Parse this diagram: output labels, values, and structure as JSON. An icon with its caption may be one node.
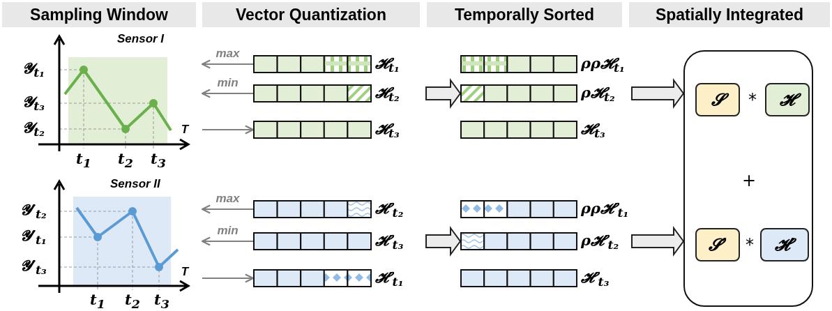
{
  "diagram": {
    "nodes": [
      {
        "text": [
          "Sampling Window"
        ]
      },
      {
        "text": [
          "Vector Quantization"
        ]
      },
      {
        "text": [
          "Temporally Sorted"
        ]
      },
      {
        "text": [
          "Spatially Integrated"
        ]
      },
      {
        "text": [
          "Sensor I"
        ]
      },
      {
        "text": [],
        "shape": "bar",
        "beside": [
          "𝓗$_{t₁}$"
        ]
      },
      {
        "text": [],
        "shape": "bar",
        "beside": [
          "𝓗$_{t₂}$"
        ]
      },
      {
        "text": [],
        "shape": "bar",
        "beside": [
          "𝓗$_{t₃}$"
        ]
      },
      {
        "text": [],
        "shape": "bar",
        "beside": [
          "ρρ𝓗$_{t₁}$"
        ]
      },
      {
        "text": [],
        "shape": "bar",
        "beside": [
          "ρ𝓗$_{t₂}$"
        ]
      },
      {
        "text": [],
        "shape": "bar",
        "beside": [
          "𝓗$_{t₃}$"
        ]
      },
      {
        "text": [
          "Sensor II"
        ]
      },
      {
        "text": [],
        "shape": "bar",
        "beside": [
          "𝓗′$_{t₂}$"
        ]
      },
      {
        "text": [],
        "shape": "bar",
        "beside": [
          "𝓗′$_{t₃}$"
        ]
      },
      {
        "text": [],
        "shape": "bar",
        "beside": [
          "𝓗′$_{t₁}$"
        ]
      },
      {
        "text": [],
        "shape": "bar",
        "beside": [
          "ρρ𝓗′$_{t₁}$"
        ]
      },
      {
        "text": [],
        "shape": "bar",
        "beside": [
          "ρ𝓗′$_{t₂}$"
        ]
      },
      {
        "text": [],
        "shape": "bar",
        "beside": [
          "𝓗′$_{t₃}$"
        ]
      },
      {
        "text": [],
        "shape": "box"
      },
      {
        "text": [
          "𝓢"
        ],
        "in": 18
      },
      {
        "text": [
          "𝓗"
        ],
        "in": 18
      },
      {
        "text": [
          "𝓢′"
        ],
        "in": 18
      },
      {
        "text": [
          "𝓗′"
        ],
        "in": 18
      }
    ],
    "edges": [
      {
        "from": 5,
        "to": 4,
        "arrow": "to",
        "label": "max"
      },
      {
        "from": 6,
        "to": 4,
        "arrow": "to",
        "label": "min"
      },
      {
        "from": 4,
        "to": 7,
        "arrow": "to"
      },
      {
        "from": 12,
        "to": 11,
        "arrow": "to",
        "label": "max"
      },
      {
        "from": 13,
        "to": 11,
        "arrow": "to",
        "label": "min"
      },
      {
        "from": 11,
        "to": 14,
        "arrow": "to"
      },
      {
        "from": 6,
        "to": 9,
        "arrow": "to",
        "style": "thick"
      },
      {
        "from": 9,
        "to": 18,
        "arrow": "to",
        "style": "thick"
      },
      {
        "from": 13,
        "to": 16,
        "arrow": "to",
        "style": "thick"
      },
      {
        "from": 16,
        "to": 18,
        "arrow": "to",
        "style": "thick"
      }
    ],
    "labels": [
      "𝓨$_{t₁}$",
      "𝓨$_{t₃}$",
      "𝓨$_{t₂}$",
      "T",
      "t$_{1}$",
      "t$_{2}$",
      "t$_{3}$",
      "𝓨′$_{t₂}$",
      "𝓨′$_{t₁}$",
      "𝓨′$_{t₃}$",
      "T",
      "t$_{1}$",
      "t$_{2}$",
      "t$_{3}$",
      "*",
      "+",
      "*"
    ]
  }
}
